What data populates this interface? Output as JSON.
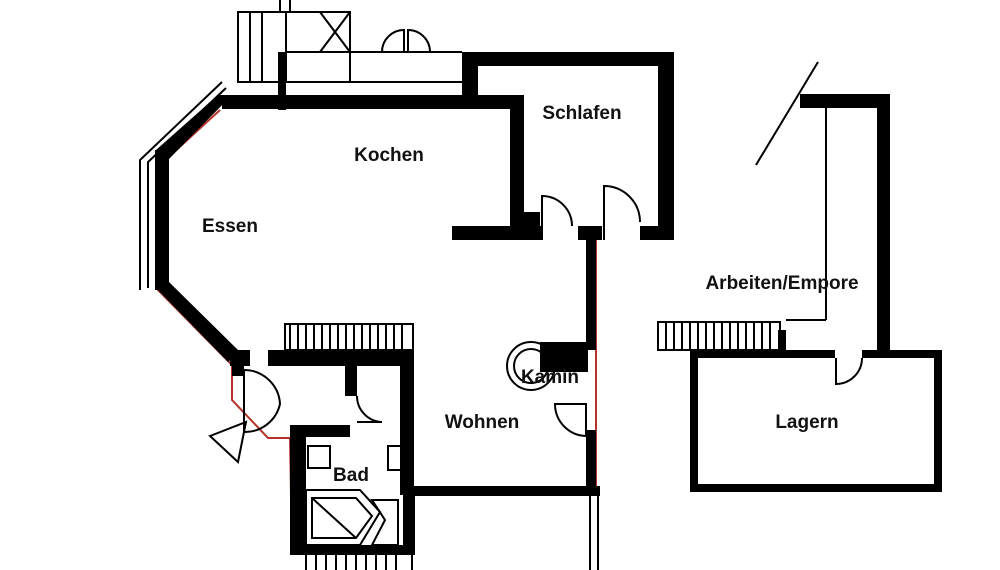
{
  "floor_plan": {
    "rooms": [
      {
        "id": "kochen",
        "label": "Kochen"
      },
      {
        "id": "schlafen",
        "label": "Schlafen"
      },
      {
        "id": "essen",
        "label": "Essen"
      },
      {
        "id": "arbeiten",
        "label": "Arbeiten/Empore"
      },
      {
        "id": "kamin",
        "label": "Kamin"
      },
      {
        "id": "wohnen",
        "label": "Wohnen"
      },
      {
        "id": "lagern",
        "label": "Lagern"
      },
      {
        "id": "bad",
        "label": "Bad"
      }
    ]
  },
  "colors": {
    "wall": "#000000",
    "outline_accent": "#b5322a",
    "background": "#ffffff",
    "label": "#111111"
  }
}
